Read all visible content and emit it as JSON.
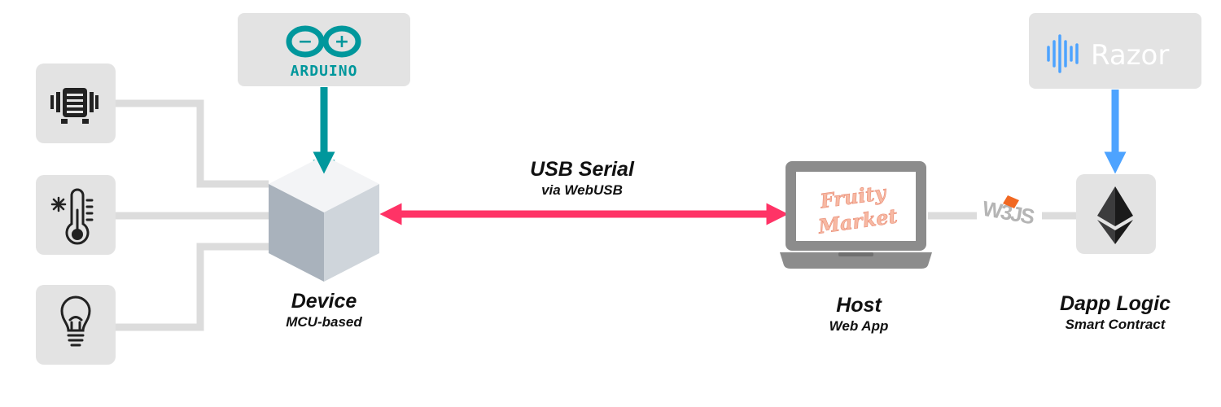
{
  "colors": {
    "box": "#e3e3e3",
    "wire": "#dcdcdc",
    "arduino": "#00979c",
    "serial_arrow": "#ff3366",
    "razor_arrow": "#4da3ff",
    "cube_top": "#f3f4f6",
    "cube_left": "#a9b2bc",
    "cube_right": "#cfd5db",
    "laptop_body": "#8c8c8c"
  },
  "icons": {
    "motor": "motor-icon",
    "thermometer": "thermometer-snowflake-icon",
    "bulb": "lightbulb-icon",
    "arduino": "arduino-logo",
    "razor": "razor-logo",
    "ethereum": "ethereum-icon",
    "web3js": "web3js-logo",
    "laptop": "laptop-icon"
  },
  "logos": {
    "arduino_text": "ARDUINO",
    "arduino_symbols": [
      "−",
      "+"
    ],
    "razor_text": "Razor",
    "fruity_market_line1": "Fruity",
    "fruity_market_line2": "Market",
    "web3js_text": "W3JS"
  },
  "link": {
    "title": "USB Serial",
    "subtitle": "via WebUSB"
  },
  "nodes": {
    "device": {
      "title": "Device",
      "subtitle": "MCU-based"
    },
    "host": {
      "title": "Host",
      "subtitle": "Web App"
    },
    "dapp": {
      "title": "Dapp Logic",
      "subtitle": "Smart Contract"
    }
  }
}
